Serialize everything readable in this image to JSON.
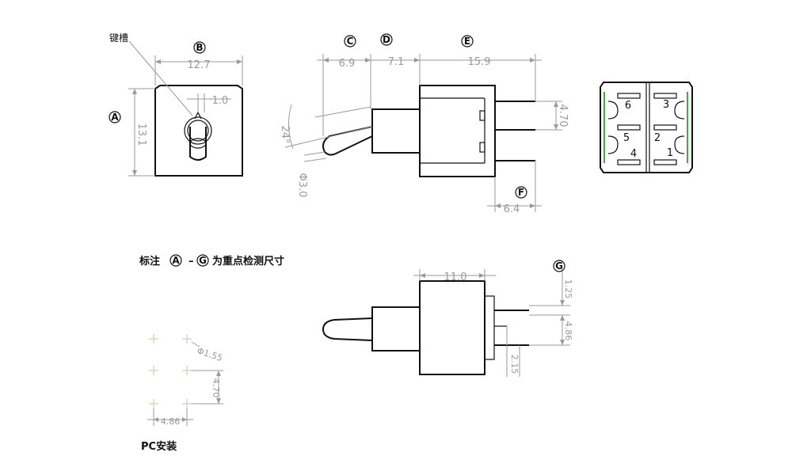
{
  "labels": {
    "A": "A",
    "B": "B",
    "C": "C",
    "D": "D",
    "E": "E",
    "F": "F",
    "G": "G",
    "keyway": "键槽",
    "note_prefix": "标注",
    "note_range_start": "A",
    "note_dash": "–",
    "note_range_end": "G",
    "note_suffix": "为重点检测尺寸",
    "pc_mount": "PC安装"
  },
  "dimensions": {
    "front_width": "12.7",
    "front_height": "13.1",
    "keyway_width": "1.0",
    "side_bushing": "6.9",
    "side_neck": "7.1",
    "side_body": "15.9",
    "lever_angle": "24°",
    "lever_diameter": "Φ3.0",
    "pin_pitch_side": "4.70",
    "pin_length": "6.4",
    "bottom_body": "11.0",
    "pin_offset_top": "1.25",
    "pin_pitch_bottom": "4.86",
    "pin_offset_bottom": "2.15",
    "hole_diameter": "Φ1.55",
    "hole_pitch_v": "4.70",
    "hole_pitch_h": "4.86"
  },
  "pins": [
    "6",
    "3",
    "5",
    "2",
    "4",
    "1"
  ]
}
